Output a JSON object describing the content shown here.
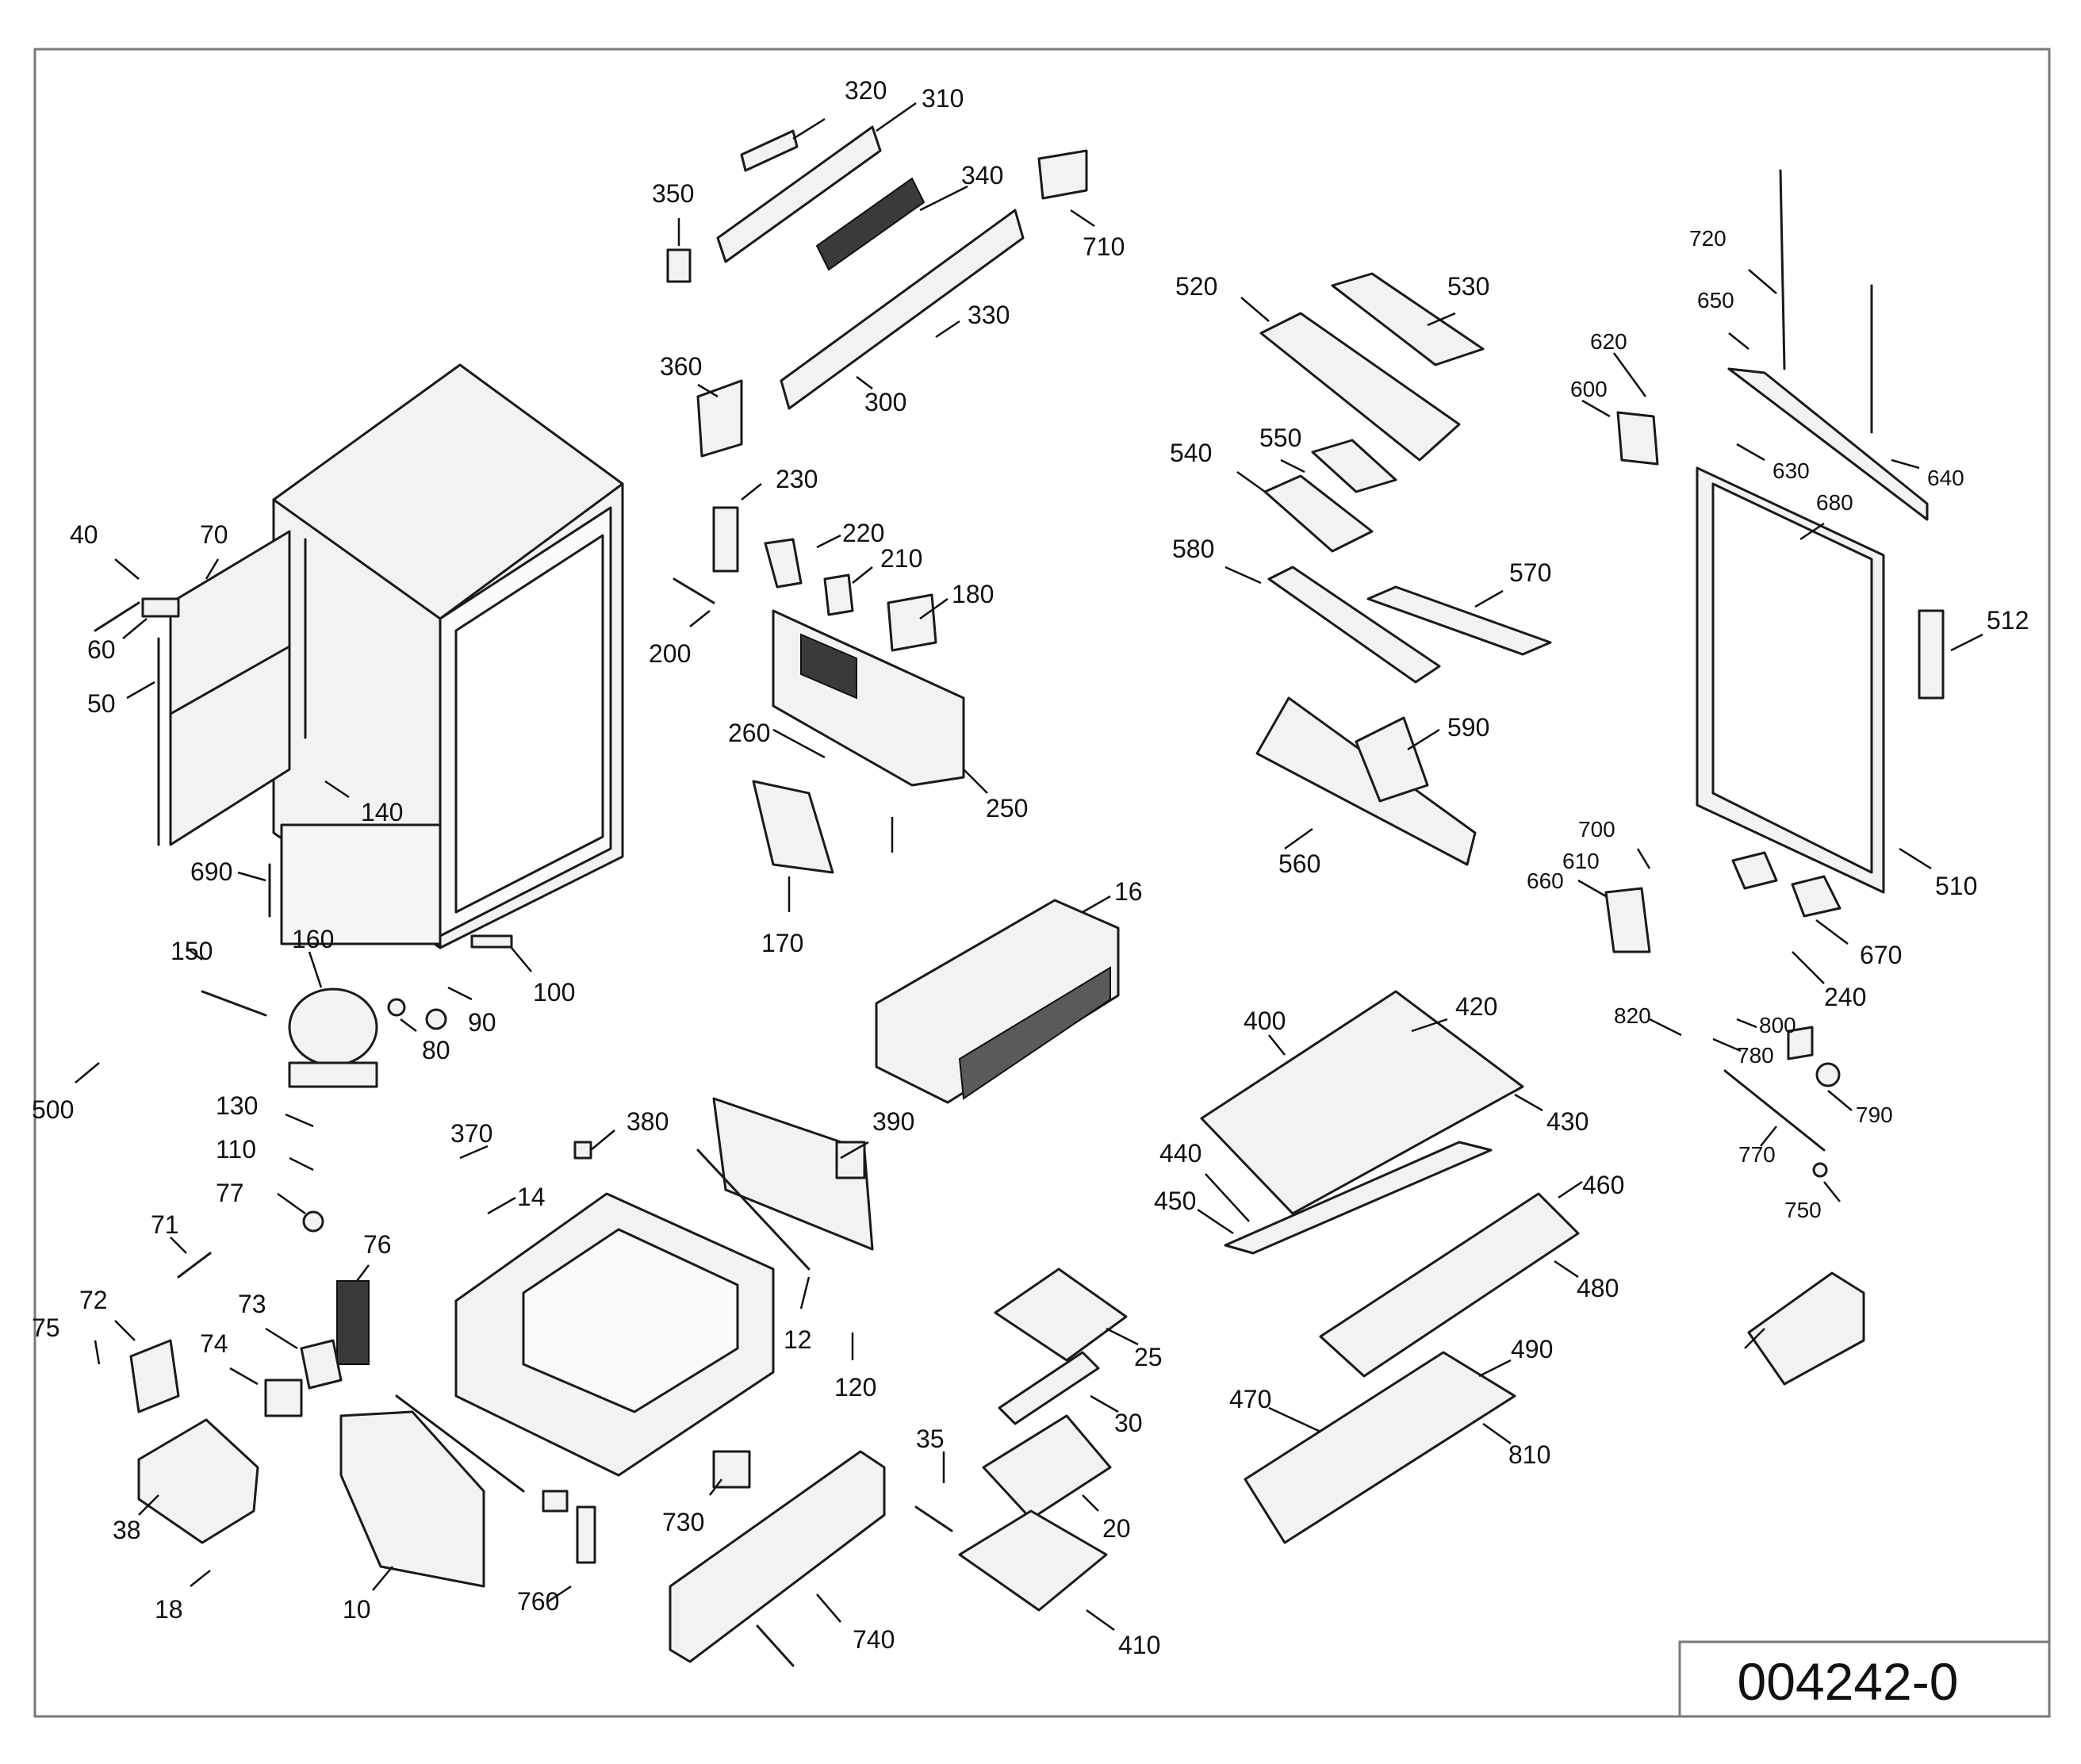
{
  "diagram": {
    "document_number": "004242-0",
    "callouts": [
      "320",
      "310",
      "350",
      "340",
      "710",
      "330",
      "360",
      "300",
      "520",
      "530",
      "540",
      "550",
      "580",
      "570",
      "590",
      "560",
      "720",
      "650",
      "620",
      "600",
      "630",
      "640",
      "680",
      "512",
      "510",
      "700",
      "610",
      "660",
      "670",
      "240",
      "230",
      "220",
      "210",
      "180",
      "200",
      "250",
      "260",
      "170",
      "40",
      "70",
      "60",
      "50",
      "140",
      "690",
      "100",
      "90",
      "80",
      "160",
      "150",
      "500",
      "16",
      "390",
      "380",
      "370",
      "14",
      "12",
      "120",
      "130",
      "110",
      "77",
      "71",
      "76",
      "72",
      "73",
      "75",
      "74",
      "38",
      "18",
      "10",
      "760",
      "730",
      "740",
      "35",
      "25",
      "30",
      "20",
      "410",
      "400",
      "420",
      "430",
      "440",
      "450",
      "460",
      "480",
      "470",
      "490",
      "810",
      "820",
      "800",
      "780",
      "790",
      "770",
      "750"
    ]
  }
}
